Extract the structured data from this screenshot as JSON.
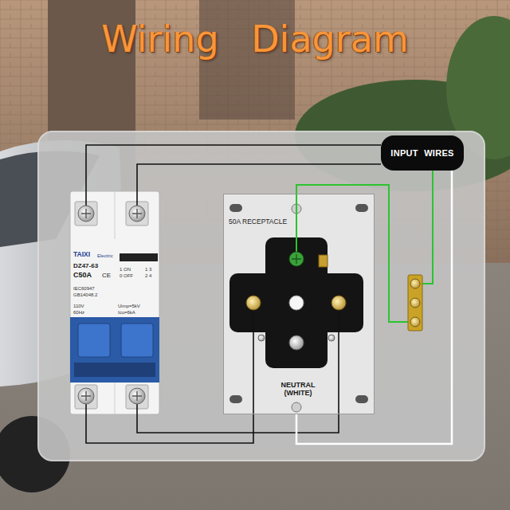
{
  "diagram": {
    "title": "Wiring Diagram",
    "nodes": [
      {
        "text": [
          "INPUT WIRES"
        ]
      },
      {
        "text": [
          "TAIXI",
          "Electric",
          "DZ47-63",
          "C50A",
          "CE",
          "IEC60947",
          "GB14048.2",
          "110V",
          "60Hz",
          "Uimp=5kV",
          "Icu=6kA",
          "1 ON",
          "0 OFF",
          "1 3",
          "2 4"
        ]
      },
      {
        "text": [
          "50A RECEPTACLE",
          "NEUTRAL (WHITE)"
        ]
      }
    ],
    "edges": [
      {
        "from": 0,
        "to": 1,
        "arrow": "none"
      },
      {
        "from": 0,
        "to": 1,
        "arrow": "none"
      },
      {
        "from": 1,
        "to": 2,
        "arrow": "none"
      },
      {
        "from": 1,
        "to": 2,
        "arrow": "none"
      },
      {
        "from": 0,
        "to": 2,
        "arrow": "none"
      }
    ]
  }
}
